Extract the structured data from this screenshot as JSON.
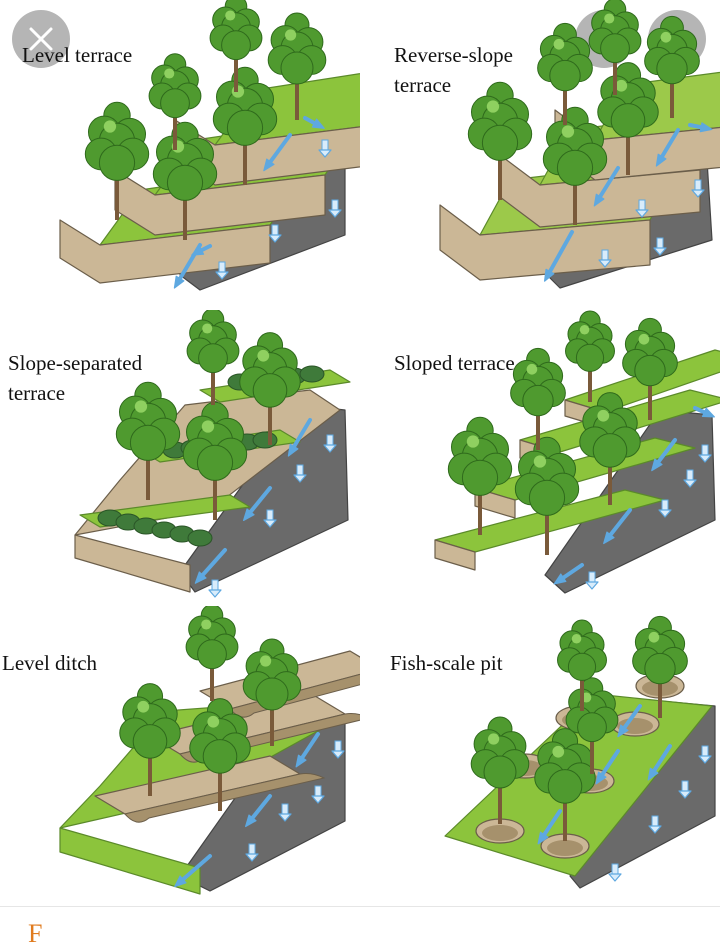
{
  "panels": [
    {
      "id": "level-terrace",
      "title_lines": [
        "Level terrace"
      ]
    },
    {
      "id": "reverse-slope-terrace",
      "title_lines": [
        "Reverse-slope",
        "terrace"
      ]
    },
    {
      "id": "slope-separated-terrace",
      "title_lines": [
        "Slope-separated",
        "terrace"
      ]
    },
    {
      "id": "sloped-terrace",
      "title_lines": [
        "Sloped terrace"
      ]
    },
    {
      "id": "level-ditch",
      "title_lines": [
        "Level ditch"
      ]
    },
    {
      "id": "fish-scale-pit",
      "title_lines": [
        "Fish-scale pit"
      ]
    }
  ],
  "footer": {
    "glyph": "F"
  },
  "colors": {
    "grass": "#8cc43c",
    "soil": "#cbb796",
    "cliff": "#6a6a6a",
    "water": "#5ea8e0",
    "tree": "#4f9a2f"
  },
  "icons": {
    "close": "close-icon",
    "lens": "lens-icon",
    "more": "more-vertical-icon"
  }
}
